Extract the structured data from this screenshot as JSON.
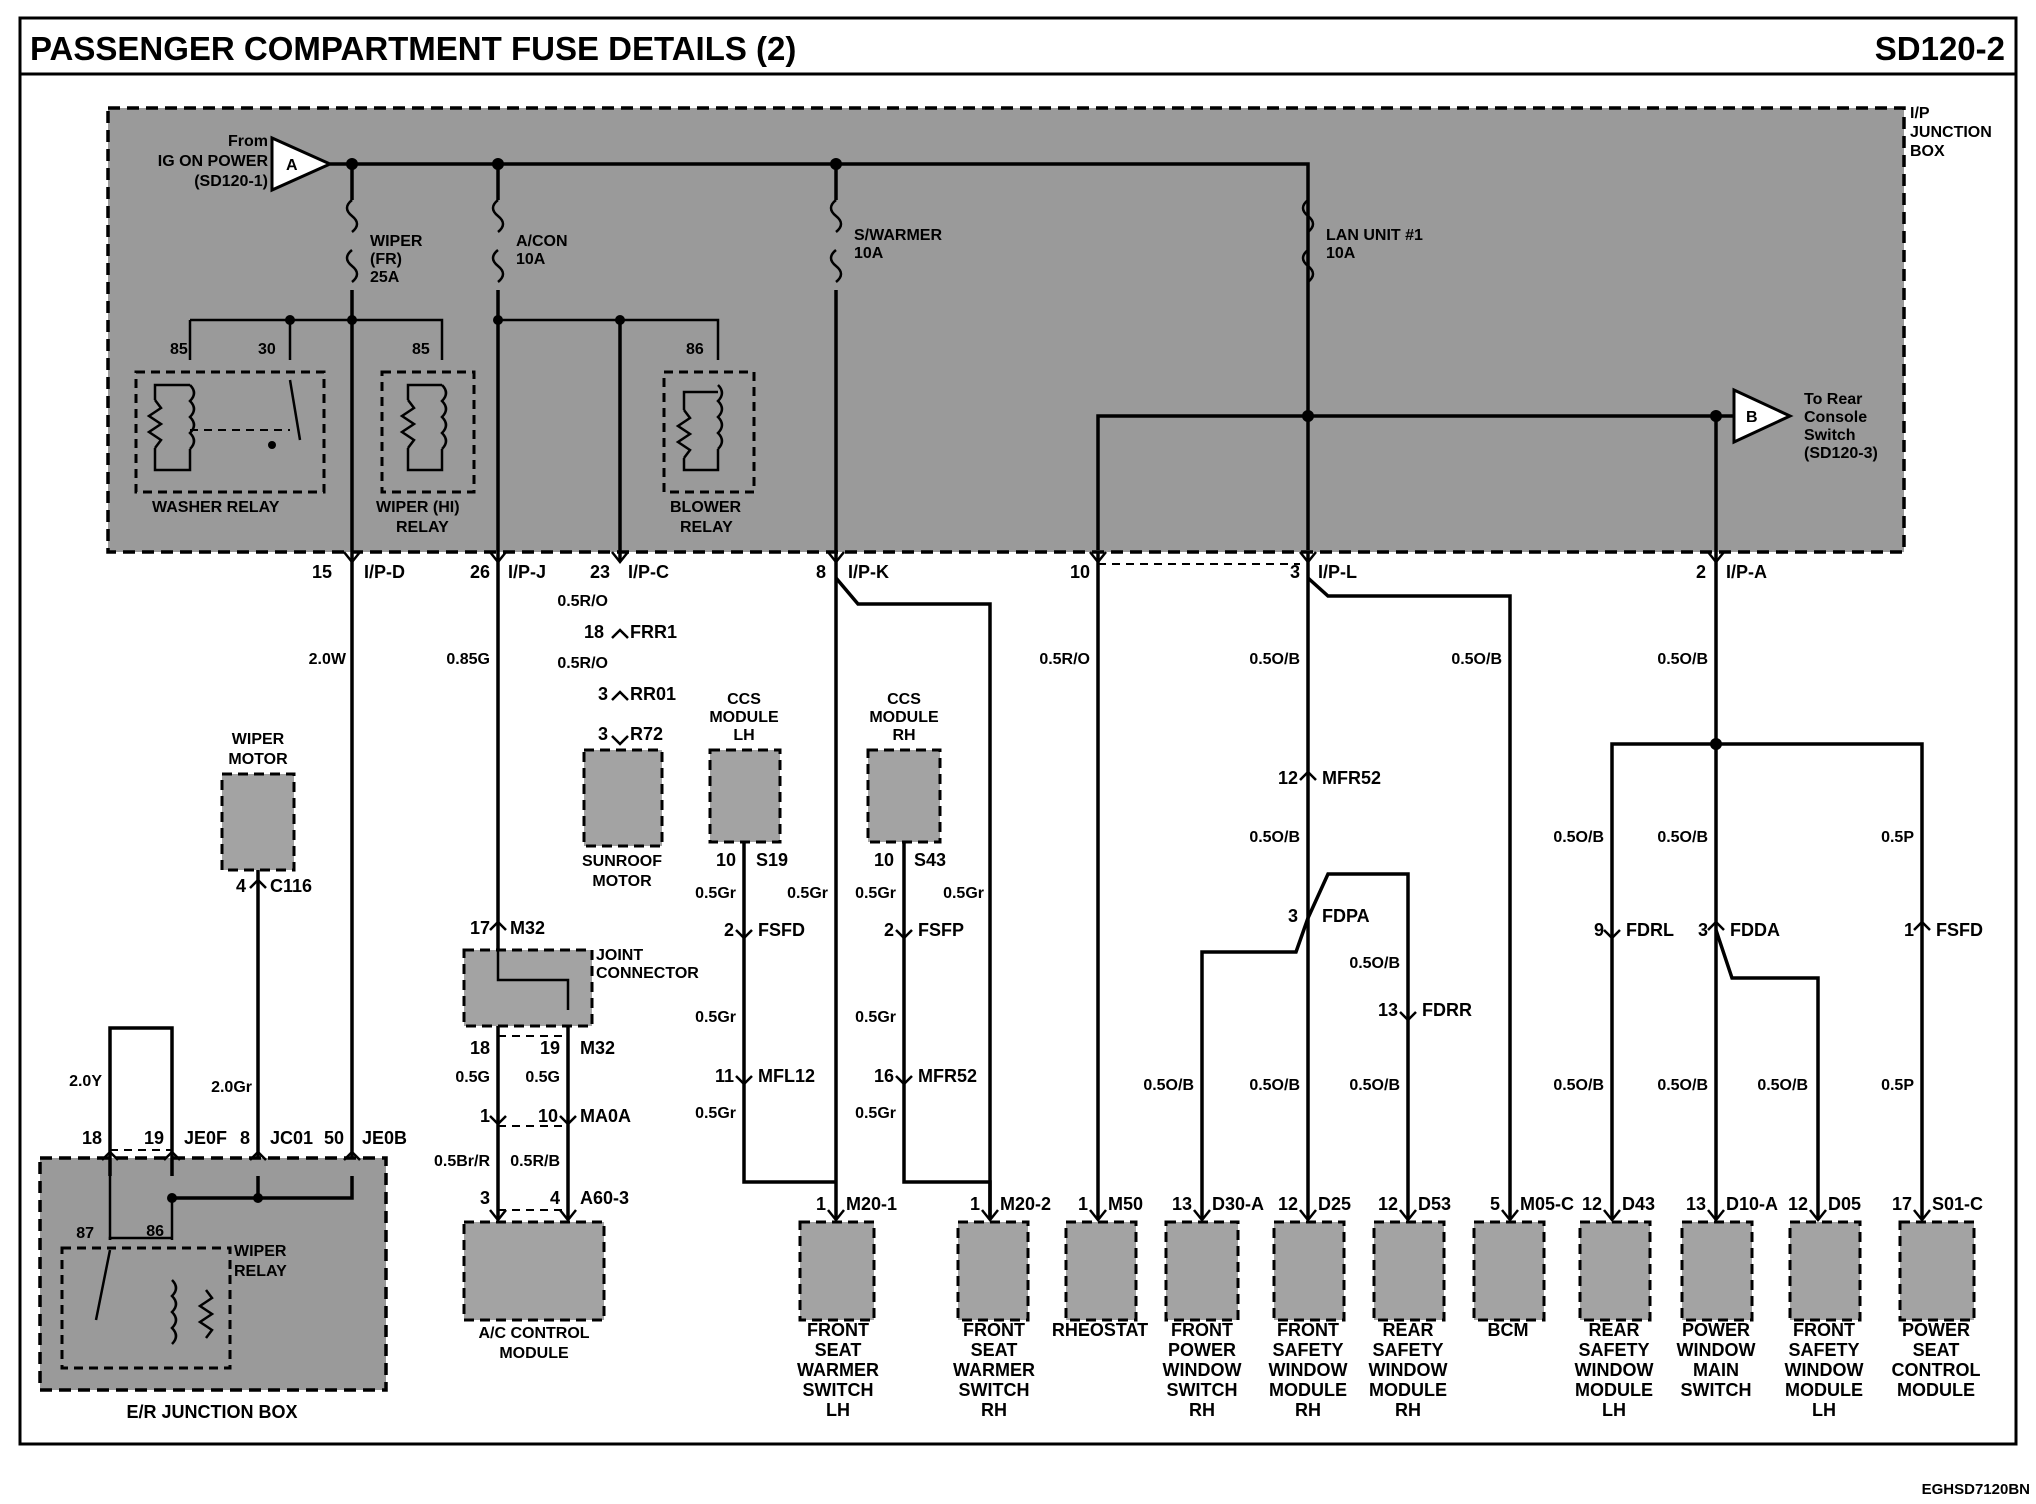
{
  "header": {
    "title": "PASSENGER COMPARTMENT FUSE DETAILS (2)",
    "code": "SD120-2"
  },
  "footer_code": "EGHSD7120BN",
  "ip_box": {
    "label_1": "I/P",
    "label_2": "JUNCTION",
    "label_3": "BOX",
    "from_label_1": "From",
    "from_label_2": "IG ON POWER",
    "from_label_3": "(SD120-1)",
    "conn_a": "A",
    "conn_b": "B",
    "to_label_1": "To Rear",
    "to_label_2": "Console",
    "to_label_3": "Switch",
    "to_label_4": "(SD120-3)"
  },
  "fuses": {
    "wiper_1": "WIPER",
    "wiper_2": "(FR)",
    "wiper_3": "25A",
    "acon_1": "A/CON",
    "acon_2": "10A",
    "swarmer_1": "S/WARMER",
    "swarmer_2": "10A",
    "lan_1": "LAN UNIT #1",
    "lan_2": "10A"
  },
  "relays": {
    "washer": "WASHER RELAY",
    "wiper_hi_1": "WIPER (HI)",
    "wiper_hi_2": "RELAY",
    "blower_1": "BLOWER",
    "blower_2": "RELAY",
    "pin_85a": "85",
    "pin_30": "30",
    "pin_85b": "85",
    "pin_86": "86"
  },
  "connectors": {
    "ipd_pin": "15",
    "ipd": "I/P-D",
    "ipj_pin": "26",
    "ipj": "I/P-J",
    "ipc_pin": "23",
    "ipc": "I/P-C",
    "ipk_pin": "8",
    "ipk": "I/P-K",
    "ipl_pin10": "10",
    "ipl_pin": "3",
    "ipl": "I/P-L",
    "ipa_pin": "2",
    "ipa": "I/P-A",
    "frr1_pin": "18",
    "frr1": "FRR1",
    "rr01_pin": "3",
    "rr01": "RR01",
    "r72_pin": "3",
    "r72": "R72",
    "c116_pin": "4",
    "c116": "C116",
    "m32_pin": "17",
    "m32": "M32",
    "m32b_pin1": "18",
    "m32b_pin2": "19",
    "m32b": "M32",
    "ma0a_pin1": "1",
    "ma0a_pin2": "10",
    "ma0a": "MA0A",
    "a603_pin1": "3",
    "a603_pin2": "4",
    "a603": "A60-3",
    "s19_pin": "10",
    "s19": "S19",
    "s43_pin": "10",
    "s43": "S43",
    "fsfd_pin": "2",
    "fsfd": "FSFD",
    "fsfp_pin": "2",
    "fsfp": "FSFP",
    "mfl12_pin": "11",
    "mfl12": "MFL12",
    "mfr52b_pin": "16",
    "mfr52b": "MFR52",
    "mfr52_pin": "12",
    "mfr52": "MFR52",
    "fdpa_pin": "3",
    "fdpa": "FDPA",
    "fdrr_pin": "13",
    "fdrr": "FDRR",
    "fdrl_pin": "9",
    "fdrl": "FDRL",
    "fdda_pin": "3",
    "fdda": "FDDA",
    "fsfd2_pin": "1",
    "fsfd2": "FSFD",
    "je0f_pin1": "18",
    "je0f_pin2": "19",
    "je0f": "JE0F",
    "jc01_pin": "8",
    "jc01": "JC01",
    "je0b_pin": "50",
    "je0b": "JE0B",
    "m201_pin": "1",
    "m201": "M20-1",
    "m202_pin": "1",
    "m202": "M20-2",
    "m50_pin": "1",
    "m50": "M50",
    "d30a_pin": "13",
    "d30a": "D30-A",
    "d25_pin": "12",
    "d25": "D25",
    "d53_pin": "12",
    "d53": "D53",
    "m05c_pin": "5",
    "m05c": "M05-C",
    "d43_pin": "12",
    "d43": "D43",
    "d10a_pin": "13",
    "d10a": "D10-A",
    "d05_pin": "12",
    "d05": "D05",
    "s01c_pin": "17",
    "s01c": "S01-C"
  },
  "wires": {
    "w_20w": "2.0W",
    "w_085g": "0.85G",
    "w_05ro_1": "0.5R/O",
    "w_05ro_2": "0.5R/O",
    "w_05ro_3": "0.5R/O",
    "w_05ob_1": "0.5O/B",
    "w_05ob_2": "0.5O/B",
    "w_05ob_3": "0.5O/B",
    "w_05ob_4": "0.5O/B",
    "w_05ob_5": "0.5O/B",
    "w_05ob_6": "0.5O/B",
    "w_05ob_7": "0.5O/B",
    "w_05ob_8": "0.5O/B",
    "w_05ob_9": "0.5O/B",
    "w_05ob_10": "0.5O/B",
    "w_05ob_11": "0.5O/B",
    "w_05ob_12": "0.5O/B",
    "w_05ob_13": "0.5O/B",
    "w_05p_1": "0.5P",
    "w_05p_2": "0.5P",
    "w_05gr_1": "0.5Gr",
    "w_05gr_2": "0.5Gr",
    "w_05gr_3": "0.5Gr",
    "w_05gr_4": "0.5Gr",
    "w_05gr_5": "0.5Gr",
    "w_05gr_6": "0.5Gr",
    "w_05gr_7": "0.5Gr",
    "w_05gr_8": "0.5Gr",
    "w_05g_1": "0.5G",
    "w_05g_2": "0.5G",
    "w_05brr": "0.5Br/R",
    "w_05rb": "0.5R/B",
    "w_20y": "2.0Y",
    "w_20gr": "2.0Gr"
  },
  "components": {
    "wiper_motor_1": "WIPER",
    "wiper_motor_2": "MOTOR",
    "sunroof_1": "SUNROOF",
    "sunroof_2": "MOTOR",
    "ccs_lh_1": "CCS",
    "ccs_lh_2": "MODULE",
    "ccs_lh_3": "LH",
    "ccs_rh_1": "CCS",
    "ccs_rh_2": "MODULE",
    "ccs_rh_3": "RH",
    "joint_1": "JOINT",
    "joint_2": "CONNECTOR",
    "ac_1": "A/C CONTROL",
    "ac_2": "MODULE",
    "er_box": "E/R JUNCTION BOX",
    "er_relay_1": "WIPER",
    "er_relay_2": "RELAY",
    "er_pin87": "87",
    "er_pin86": "86",
    "fsw_lh": [
      "FRONT",
      "SEAT",
      "WARMER",
      "SWITCH",
      "LH"
    ],
    "fsw_rh": [
      "FRONT",
      "SEAT",
      "WARMER",
      "SWITCH",
      "RH"
    ],
    "rheostat": "RHEOSTAT",
    "fpws_rh": [
      "FRONT",
      "POWER",
      "WINDOW",
      "SWITCH",
      "RH"
    ],
    "fswm_rh": [
      "FRONT",
      "SAFETY",
      "WINDOW",
      "MODULE",
      "RH"
    ],
    "rswm_rh": [
      "REAR",
      "SAFETY",
      "WINDOW",
      "MODULE",
      "RH"
    ],
    "bcm": "BCM",
    "rswm_lh": [
      "REAR",
      "SAFETY",
      "WINDOW",
      "MODULE",
      "LH"
    ],
    "pwms": [
      "POWER",
      "WINDOW",
      "MAIN",
      "SWITCH"
    ],
    "fswm_lh": [
      "FRONT",
      "SAFETY",
      "WINDOW",
      "MODULE",
      "LH"
    ],
    "pscm": [
      "POWER",
      "SEAT",
      "CONTROL",
      "MODULE"
    ]
  }
}
